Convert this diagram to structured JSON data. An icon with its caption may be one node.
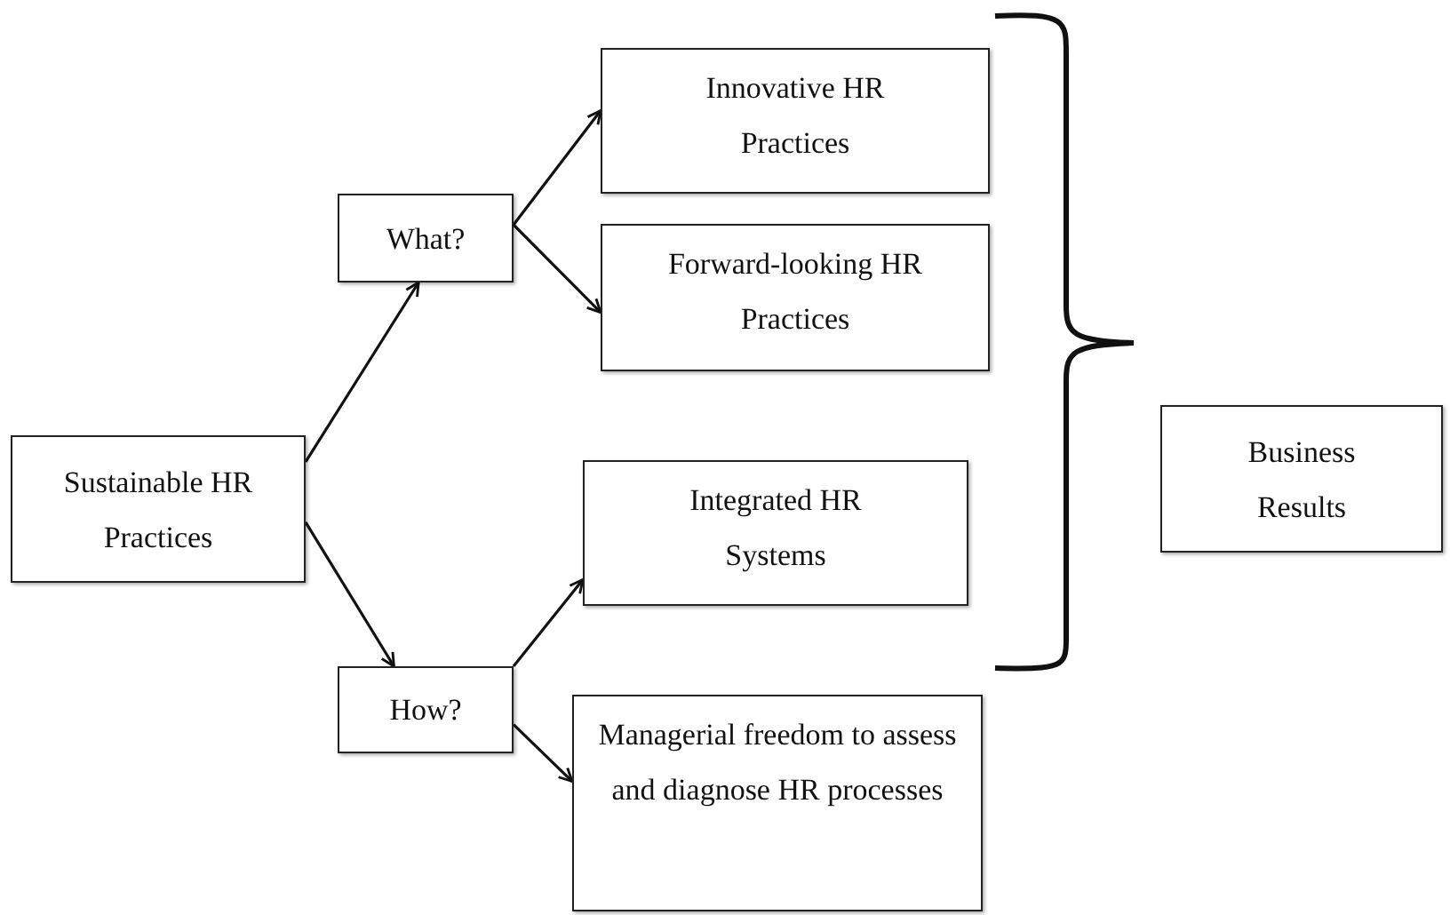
{
  "diagram": {
    "nodes": [
      {
        "text": [
          "Sustainable HR Practices"
        ]
      },
      {
        "text": [
          "What?"
        ]
      },
      {
        "text": [
          "How?"
        ]
      },
      {
        "text": [
          "Innovative HR Practices"
        ]
      },
      {
        "text": [
          "Forward-looking HR Practices"
        ]
      },
      {
        "text": [
          "Integrated HR Systems"
        ]
      },
      {
        "text": [
          "Managerial freedom to assess and diagnose HR processes"
        ]
      },
      {
        "text": [
          "Business Results"
        ]
      }
    ],
    "edges": [
      {
        "from": 0,
        "to": 1,
        "arrow": "to"
      },
      {
        "from": 0,
        "to": 2,
        "arrow": "to"
      },
      {
        "from": 1,
        "to": 3,
        "arrow": "to"
      },
      {
        "from": 1,
        "to": 4,
        "arrow": "to"
      },
      {
        "from": 2,
        "to": 5,
        "arrow": "to"
      },
      {
        "from": 2,
        "to": 6,
        "arrow": "to"
      }
    ]
  }
}
